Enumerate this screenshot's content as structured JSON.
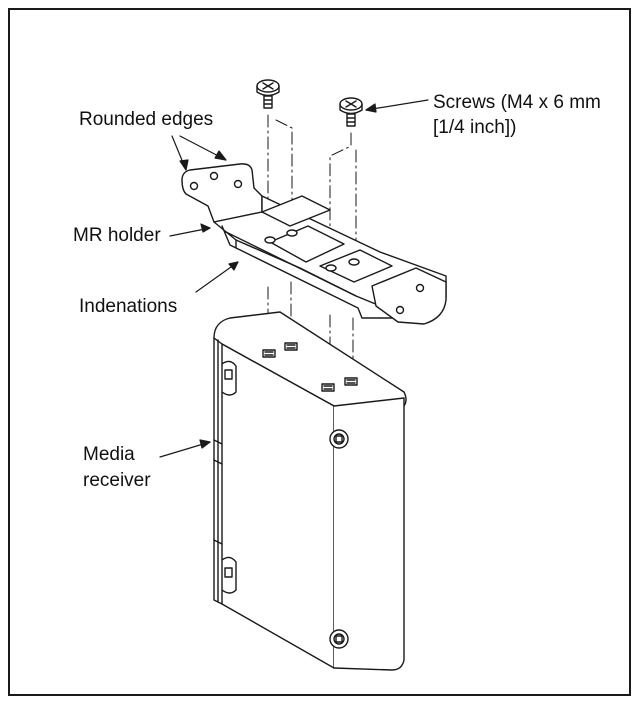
{
  "labels": {
    "screws_line1": "Screws (M4 x 6 mm",
    "screws_line2": "[1/4 inch])",
    "rounded_edges": "Rounded edges",
    "mr_holder": "MR holder",
    "indentations": "Indenations",
    "media_receiver_line1": "Media",
    "media_receiver_line2": "receiver"
  },
  "colors": {
    "line": "#1a1a1a",
    "background": "#ffffff"
  }
}
